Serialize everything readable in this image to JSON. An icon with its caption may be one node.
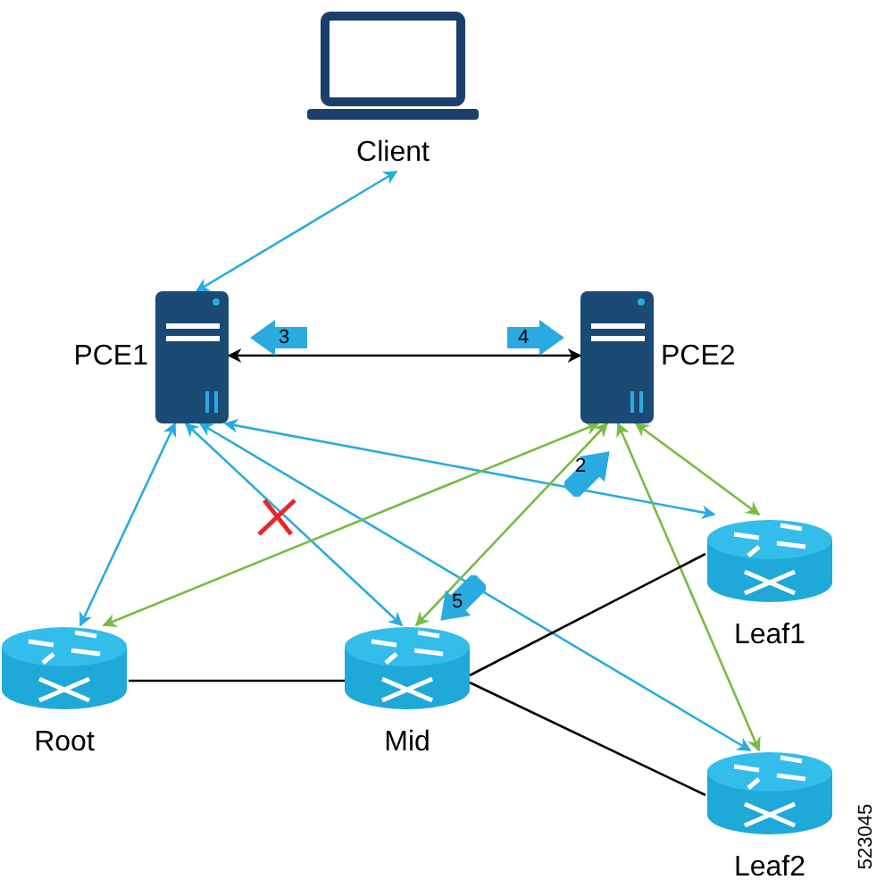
{
  "diagram": {
    "nodes": [
      {
        "text": [
          "Client"
        ]
      },
      {
        "text": [
          "PCE1"
        ]
      },
      {
        "text": [
          "PCE2"
        ]
      },
      {
        "text": [
          "Root"
        ]
      },
      {
        "text": [
          "Mid"
        ]
      },
      {
        "text": [
          "Leaf1"
        ]
      },
      {
        "text": [
          "Leaf2"
        ]
      }
    ],
    "edges": [
      {
        "from": 0,
        "to": 1,
        "arrow": "both"
      },
      {
        "from": 1,
        "to": 2,
        "arrow": "both",
        "color": "#000000"
      },
      {
        "from": 1,
        "to": 3,
        "arrow": "both"
      },
      {
        "from": 1,
        "to": 4,
        "arrow": "both"
      },
      {
        "from": 1,
        "to": 5,
        "arrow": "both"
      },
      {
        "from": 1,
        "to": 6,
        "arrow": "both"
      },
      {
        "from": 2,
        "to": 3,
        "arrow": "both",
        "color": "#77bc43"
      },
      {
        "from": 2,
        "to": 4,
        "arrow": "both",
        "color": "#77bc43"
      },
      {
        "from": 2,
        "to": 5,
        "arrow": "both",
        "color": "#77bc43"
      },
      {
        "from": 2,
        "to": 6,
        "arrow": "both",
        "color": "#77bc43"
      },
      {
        "from": 3,
        "to": 4,
        "arrow": "none",
        "color": "#000000"
      },
      {
        "from": 4,
        "to": 5,
        "arrow": "none",
        "color": "#000000"
      },
      {
        "from": 4,
        "to": 6,
        "arrow": "none",
        "color": "#000000"
      }
    ],
    "labels": [
      "3",
      "4",
      "2",
      "5",
      "523045"
    ]
  }
}
